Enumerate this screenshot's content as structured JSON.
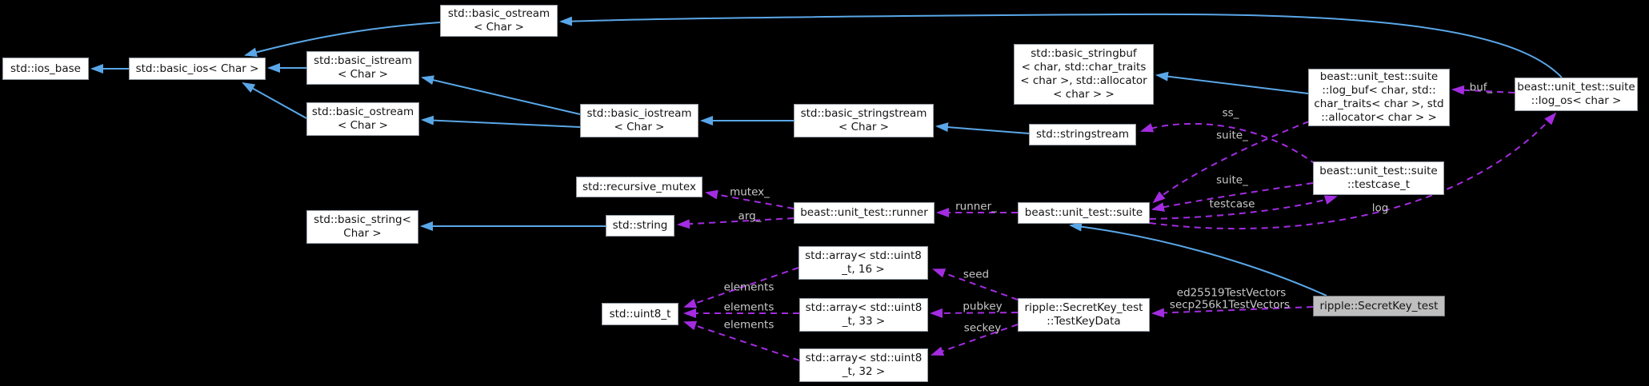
{
  "diagram": {
    "kind": "collaboration-graph",
    "colors": {
      "background": "#000000",
      "inheritance_edge": "#5aa7e8",
      "usage_edge": "#a32ce1",
      "node_fill": "#ffffff",
      "node_border": "#969da6",
      "current_node_fill": "#bfbfbf",
      "edge_label_text": "#c9c9c9"
    },
    "nodes": {
      "ios_base": {
        "label": "std::ios_base"
      },
      "basic_ios": {
        "label": "std::basic_ios< Char >"
      },
      "basic_istream": {
        "label": "std::basic_istream\n< Char >"
      },
      "basic_ostream_left": {
        "label": "std::basic_ostream\n< Char >"
      },
      "basic_ostream_top": {
        "label": "std::basic_ostream\n< Char >"
      },
      "basic_iostream": {
        "label": "std::basic_iostream\n< Char >"
      },
      "basic_stringstream": {
        "label": "std::basic_stringstream\n< Char >"
      },
      "basic_stringbuf": {
        "label": "std::basic_stringbuf\n< char, std::char_traits\n< char >, std::allocator\n< char > >"
      },
      "stringstream": {
        "label": "std::stringstream"
      },
      "log_buf": {
        "label": "beast::unit_test::suite\n::log_buf< char, std::\nchar_traits< char >, std\n::allocator< char > >"
      },
      "log_os": {
        "label": "beast::unit_test::suite\n::log_os< char >"
      },
      "recursive_mutex": {
        "label": "std::recursive_mutex"
      },
      "string": {
        "label": "std::string"
      },
      "basic_string": {
        "label": "std::basic_string<\nChar >"
      },
      "runner": {
        "label": "beast::unit_test::runner"
      },
      "suite": {
        "label": "beast::unit_test::suite"
      },
      "testcase_t": {
        "label": "beast::unit_test::suite\n::testcase_t"
      },
      "uint8_t": {
        "label": "std::uint8_t"
      },
      "array16": {
        "label": "std::array< std::uint8\n_t, 16 >"
      },
      "array33": {
        "label": "std::array< std::uint8\n_t, 33 >"
      },
      "array32": {
        "label": "std::array< std::uint8\n_t, 32 >"
      },
      "testkeydata": {
        "label": "ripple::SecretKey_test\n::TestKeyData"
      },
      "secretkey_test": {
        "label": "ripple::SecretKey_test"
      }
    },
    "edge_labels": {
      "mutex": {
        "text": "mutex_"
      },
      "arg": {
        "text": "arg_"
      },
      "runner": {
        "text": "runner_"
      },
      "ss": {
        "text": "ss_"
      },
      "suite_upper": {
        "text": "suite_"
      },
      "suite_lower": {
        "text": "suite_"
      },
      "testcase": {
        "text": "testcase"
      },
      "log": {
        "text": "log"
      },
      "buf": {
        "text": "buf_"
      },
      "seed": {
        "text": "seed"
      },
      "pubkey": {
        "text": "pubkey"
      },
      "seckey": {
        "text": "seckey"
      },
      "elements1": {
        "text": "elements"
      },
      "elements2": {
        "text": "elements"
      },
      "elements3": {
        "text": "elements"
      },
      "ed25519": {
        "text": "ed25519TestVectors"
      },
      "secp256k1": {
        "text": "secp256k1TestVectors"
      }
    },
    "edges": [
      {
        "from": "basic_ios",
        "to": "ios_base",
        "type": "inheritance"
      },
      {
        "from": "basic_istream",
        "to": "basic_ios",
        "type": "inheritance"
      },
      {
        "from": "basic_ostream_left",
        "to": "basic_ios",
        "type": "inheritance"
      },
      {
        "from": "basic_ostream_top",
        "to": "basic_ios",
        "type": "inheritance"
      },
      {
        "from": "basic_iostream",
        "to": "basic_istream",
        "type": "inheritance"
      },
      {
        "from": "basic_iostream",
        "to": "basic_ostream_left",
        "type": "inheritance"
      },
      {
        "from": "basic_stringstream",
        "to": "basic_iostream",
        "type": "inheritance"
      },
      {
        "from": "stringstream",
        "to": "basic_stringstream",
        "type": "inheritance"
      },
      {
        "from": "string",
        "to": "basic_string",
        "type": "inheritance"
      },
      {
        "from": "log_buf",
        "to": "basic_stringbuf",
        "type": "inheritance"
      },
      {
        "from": "log_os",
        "to": "basic_ostream_top",
        "type": "inheritance"
      },
      {
        "from": "secretkey_test",
        "to": "suite",
        "type": "inheritance"
      },
      {
        "from": "runner",
        "to": "recursive_mutex",
        "type": "usage",
        "label": "mutex_"
      },
      {
        "from": "runner",
        "to": "string",
        "type": "usage",
        "label": "arg_"
      },
      {
        "from": "suite",
        "to": "runner",
        "type": "usage",
        "label": "runner_"
      },
      {
        "from": "testcase_t",
        "to": "stringstream",
        "type": "usage",
        "label": "ss_"
      },
      {
        "from": "log_buf",
        "to": "suite",
        "type": "usage",
        "label": "suite_"
      },
      {
        "from": "testcase_t",
        "to": "suite",
        "type": "usage",
        "label": "suite_"
      },
      {
        "from": "suite",
        "to": "testcase_t",
        "type": "usage",
        "label": "testcase"
      },
      {
        "from": "suite",
        "to": "log_os",
        "type": "usage",
        "label": "log"
      },
      {
        "from": "log_os",
        "to": "log_buf",
        "type": "usage",
        "label": "buf_"
      },
      {
        "from": "secretkey_test",
        "to": "testkeydata",
        "type": "usage",
        "label": "ed25519TestVectors secp256k1TestVectors"
      },
      {
        "from": "testkeydata",
        "to": "array16",
        "type": "usage",
        "label": "seed"
      },
      {
        "from": "testkeydata",
        "to": "array33",
        "type": "usage",
        "label": "pubkey"
      },
      {
        "from": "testkeydata",
        "to": "array32",
        "type": "usage",
        "label": "seckey"
      },
      {
        "from": "array16",
        "to": "uint8_t",
        "type": "usage",
        "label": "elements"
      },
      {
        "from": "array33",
        "to": "uint8_t",
        "type": "usage",
        "label": "elements"
      },
      {
        "from": "array32",
        "to": "uint8_t",
        "type": "usage",
        "label": "elements"
      }
    ]
  }
}
